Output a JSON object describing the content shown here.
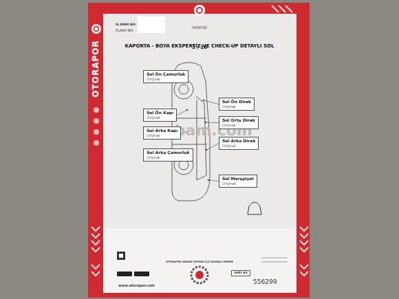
{
  "diagram": {
    "title": "KAPORTA - BOYA EKSPERTİZ VE CHECK-UP DETAYLI SOL",
    "nodes": [
      {
        "text": [
          "Sol Ön Çamurluk",
          "Orijinal"
        ]
      },
      {
        "text": [
          "Sol Ön Direk",
          "Orijinal"
        ]
      },
      {
        "text": [
          "Sol Ön Kapı",
          "Orijinal"
        ]
      },
      {
        "text": [
          "Sol Orta Direk",
          "Orijinal"
        ]
      },
      {
        "text": [
          "Sol Arka Kapı",
          "Orijinal"
        ]
      },
      {
        "text": [
          "Sol Arka Direk",
          "Orijinal"
        ]
      },
      {
        "text": [
          "Sol Arka Çamurluk",
          "Orijinal"
        ]
      },
      {
        "text": [
          "Sol Marşpiyel",
          "Orijinal"
        ]
      }
    ],
    "labels": [
      "İŞ EMRİ NO:",
      "PLAKA NO:",
      "3458745",
      "3 / 16",
      "OTORAPOR",
      "arabam.com",
      "OTORAPOR ÖDEME SİSTEMİ İLE GÜVENLİ ÖDEME",
      "www.otorapor.com",
      "556299",
      "SERİ A5"
    ]
  }
}
